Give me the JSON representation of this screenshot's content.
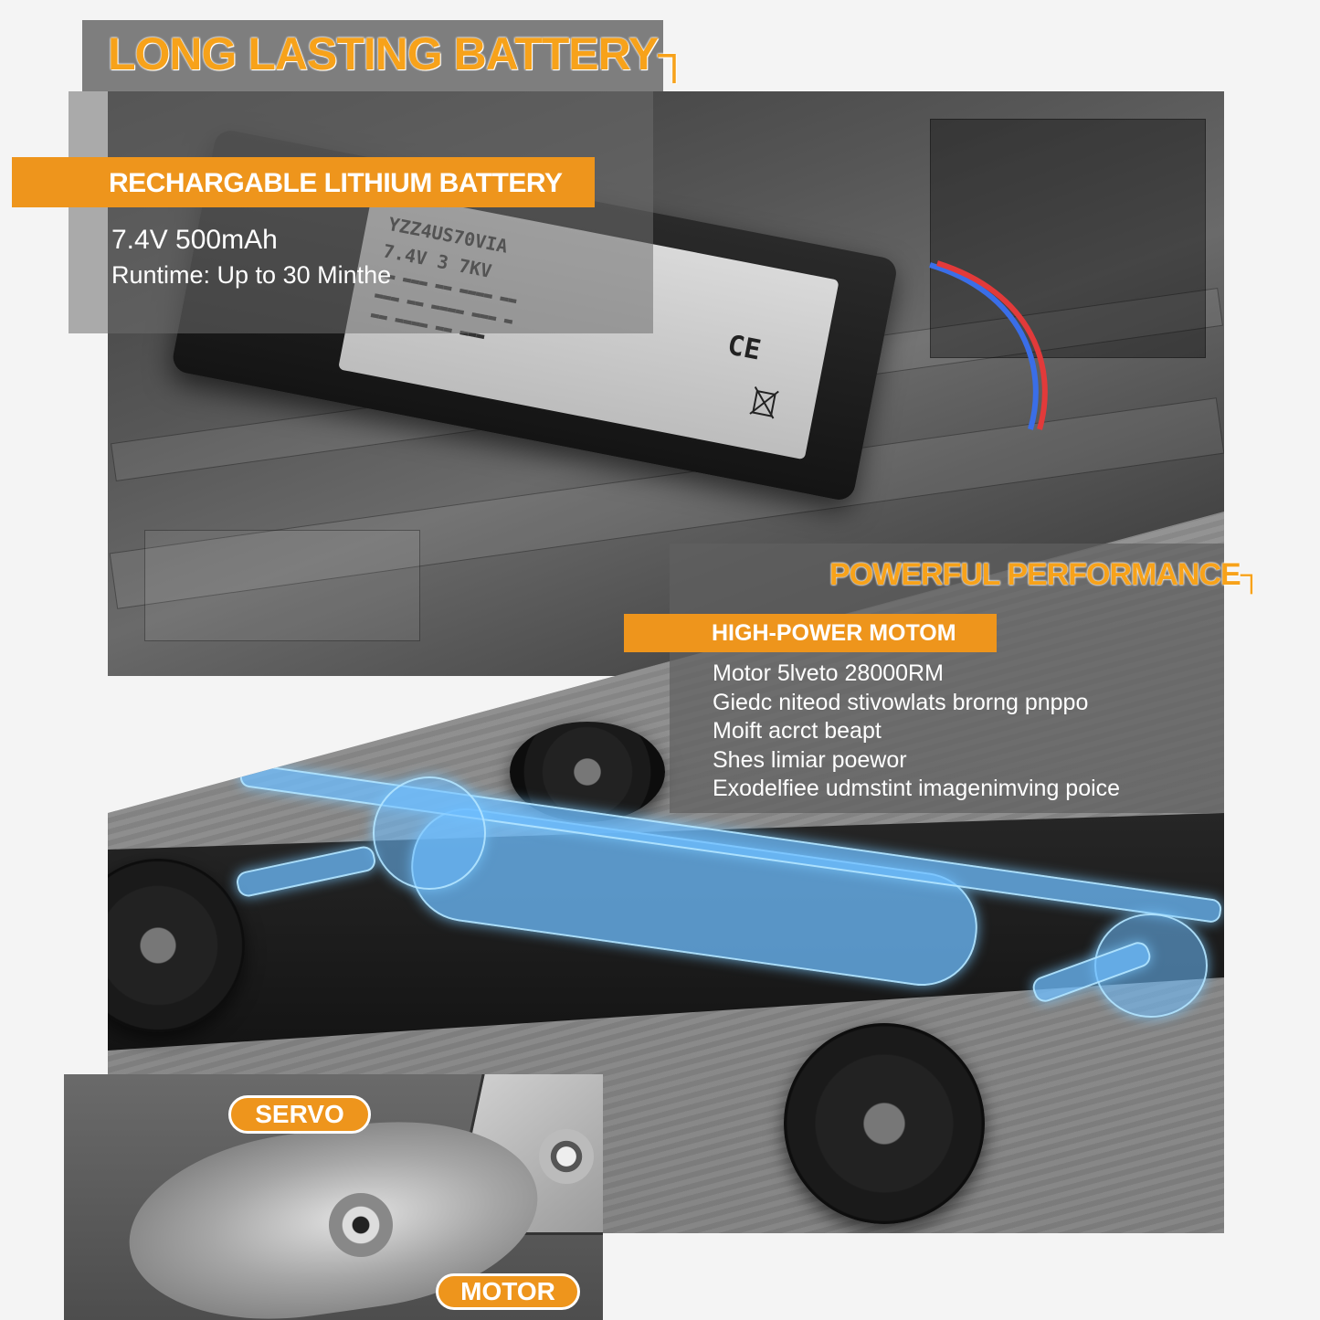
{
  "banner": {
    "title": "LONG LASTING BATTERY┐",
    "battery_heading": "RECHARGABLE LITHIUM BATTERY",
    "battery_spec_capacity": "7.4V 500mAh",
    "battery_spec_runtime": "Runtime: Up to 30 Minthe"
  },
  "performance": {
    "title": "POWERFUL PERFORMANCE┐",
    "motor_heading": "HIGH-POWER MOTOM",
    "specs": [
      "Motor 5lveto  28000RM",
      "Giedc niteod stivowlats brorng pnppo",
      "Moift acrct beapt",
      "Shes limiar poewor",
      "Exodelfiee udmstint imagenimving poice"
    ]
  },
  "components": {
    "servo_label": "SERVO",
    "motor_label": "MOTOR"
  },
  "battery_label_print": {
    "line1": "YZZ4US70VIA",
    "line2": "7.4V 3 7KV",
    "mark": "CE"
  },
  "colors": {
    "accent_orange": "#ee951c",
    "title_orange": "#f7a21a",
    "highlight_blue": "#6ebeff"
  }
}
